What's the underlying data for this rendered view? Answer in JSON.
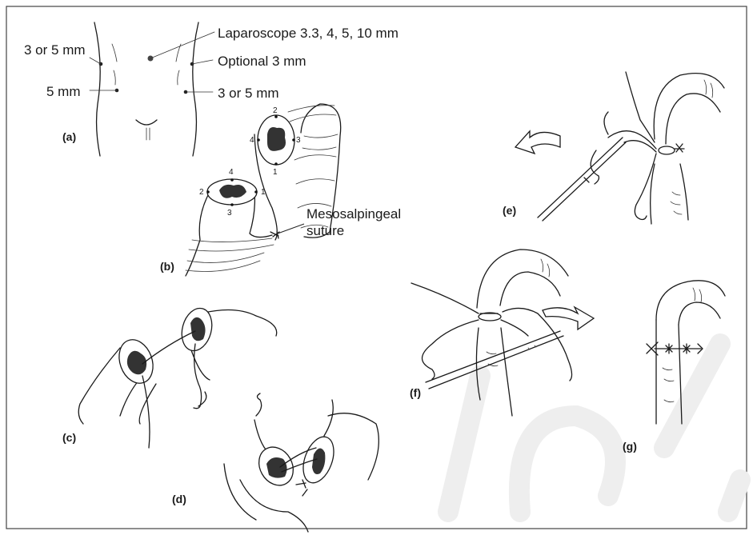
{
  "figure": {
    "ports": {
      "laparoscope": "Laparoscope 3.3, 4, 5, 10 mm",
      "optional": "Optional 3 mm",
      "upper_left": "3 or 5 mm",
      "lower_left": "5 mm",
      "lower_right": "3 or 5 mm"
    },
    "suture_label_line1": "Mesosalpingeal",
    "suture_label_line2": "suture",
    "suture_positions": [
      "1",
      "2",
      "3",
      "4"
    ],
    "panels": [
      "(a)",
      "(b)",
      "(c)",
      "(d)",
      "(e)",
      "(f)",
      "(g)"
    ]
  },
  "colors": {
    "ink": "#1a1a1a",
    "border": "#444444",
    "watermark": "#eeeeee"
  }
}
